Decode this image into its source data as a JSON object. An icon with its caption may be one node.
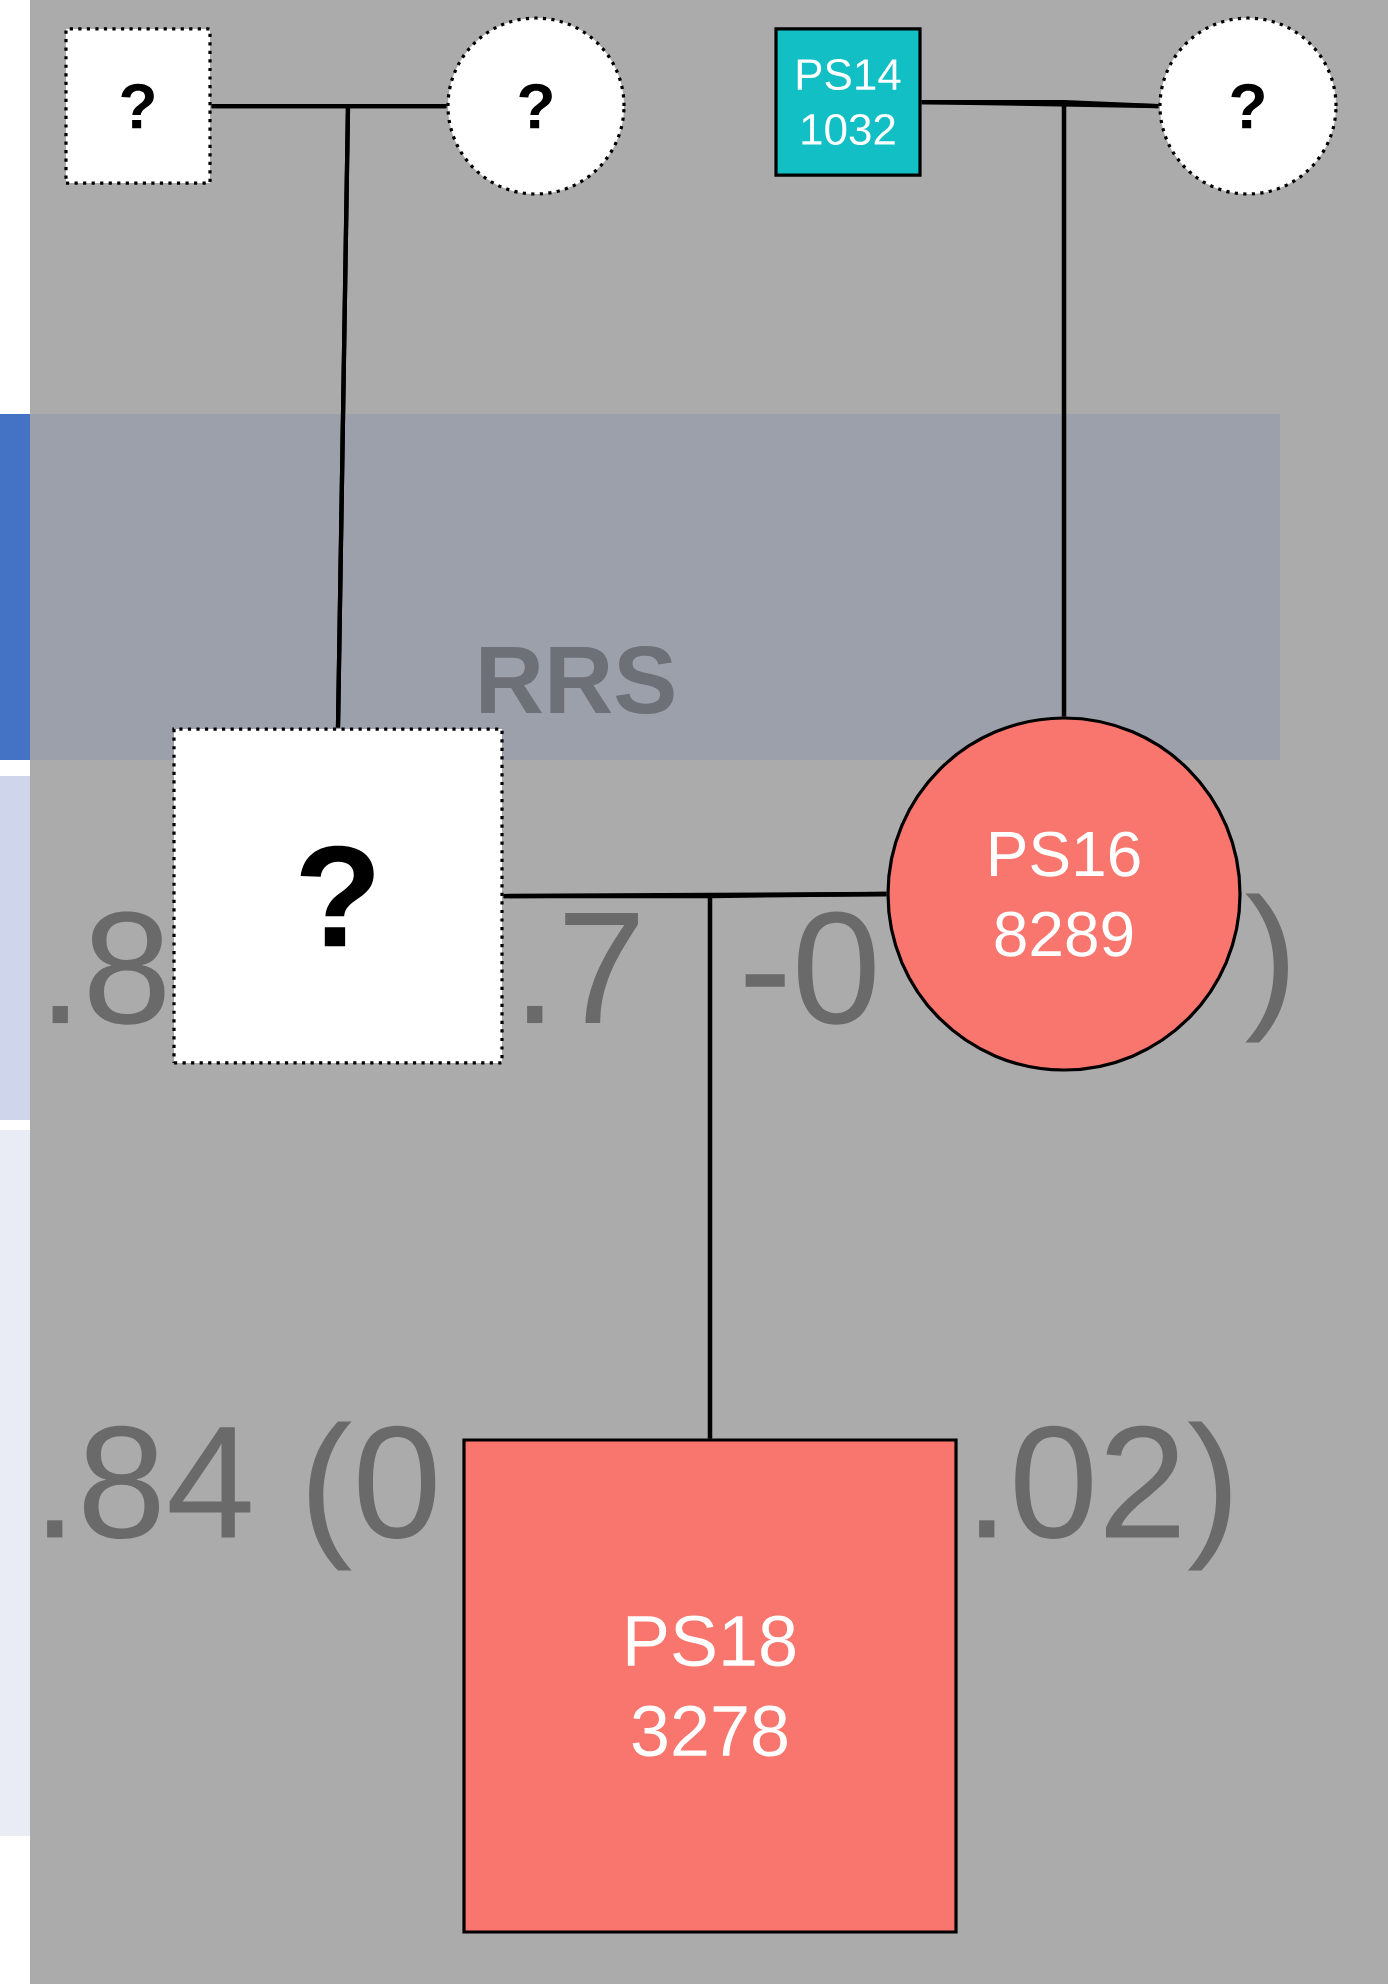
{
  "diagram": {
    "nodes": [
      {
        "text": [
          "?"
        ]
      },
      {
        "text": [
          "?"
        ]
      },
      {
        "text": [
          "PS14 1032"
        ]
      },
      {
        "text": [
          "?"
        ]
      },
      {
        "text": [
          "?"
        ]
      },
      {
        "text": [
          "PS16 8289"
        ]
      },
      {
        "text": [
          "PS18 3278"
        ]
      }
    ],
    "edges": [
      {
        "from": 0,
        "to": 1,
        "arrow": "none"
      },
      {
        "from": 0,
        "to": 4,
        "arrow": "none"
      },
      {
        "from": 1,
        "to": 4,
        "arrow": "none"
      },
      {
        "from": 2,
        "to": 3,
        "arrow": "none"
      },
      {
        "from": 2,
        "to": 5,
        "arrow": "none"
      },
      {
        "from": 3,
        "to": 5,
        "arrow": "none"
      },
      {
        "from": 4,
        "to": 5,
        "arrow": "none"
      },
      {
        "from": 4,
        "to": 6,
        "arrow": "none"
      },
      {
        "from": 5,
        "to": 6,
        "arrow": "none"
      }
    ],
    "labels": [
      "RRS",
      ".8",
      ".7",
      "-0",
      ")",
      ".84 (0",
      ".02)"
    ]
  }
}
